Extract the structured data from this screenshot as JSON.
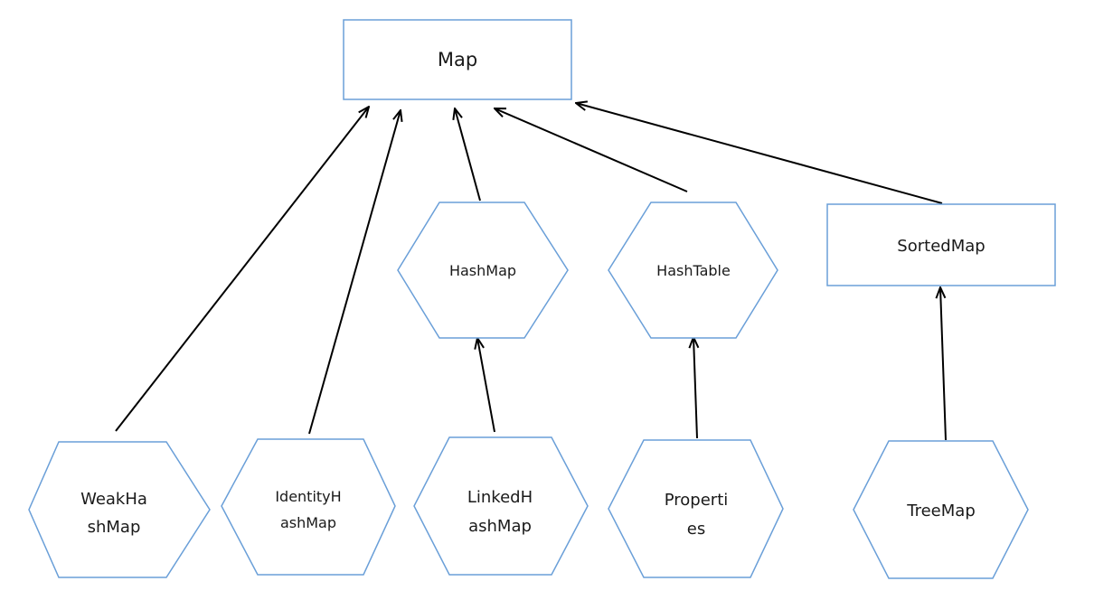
{
  "nodes": {
    "map": {
      "label": "Map",
      "shape": "rectangle"
    },
    "hash_map": {
      "label": "HashMap",
      "shape": "hexagon"
    },
    "hash_table": {
      "label": "HashTable",
      "shape": "hexagon"
    },
    "sorted_map": {
      "label": "SortedMap",
      "shape": "rectangle"
    },
    "weak_hash_map": {
      "lines": [
        "WeakHa",
        "shMap"
      ],
      "shape": "hexagon"
    },
    "identity_hash_map": {
      "lines": [
        "IdentityH",
        "ashMap"
      ],
      "shape": "hexagon"
    },
    "linked_hash_map": {
      "lines": [
        "LinkedH",
        "ashMap"
      ],
      "shape": "hexagon"
    },
    "properties": {
      "lines": [
        "Properti",
        "es"
      ],
      "shape": "hexagon"
    },
    "tree_map": {
      "label": "TreeMap",
      "shape": "hexagon"
    }
  },
  "edges": [
    {
      "from": "WeakHashMap",
      "to": "Map"
    },
    {
      "from": "IdentityHashMap",
      "to": "Map"
    },
    {
      "from": "HashMap",
      "to": "Map"
    },
    {
      "from": "HashTable",
      "to": "Map"
    },
    {
      "from": "SortedMap",
      "to": "Map"
    },
    {
      "from": "LinkedHashMap",
      "to": "HashMap"
    },
    {
      "from": "Properties",
      "to": "HashTable"
    },
    {
      "from": "TreeMap",
      "to": "SortedMap"
    }
  ],
  "colors": {
    "node_border": "#6a9fd8",
    "arrow": "#000000",
    "text": "#1a1a1a"
  }
}
